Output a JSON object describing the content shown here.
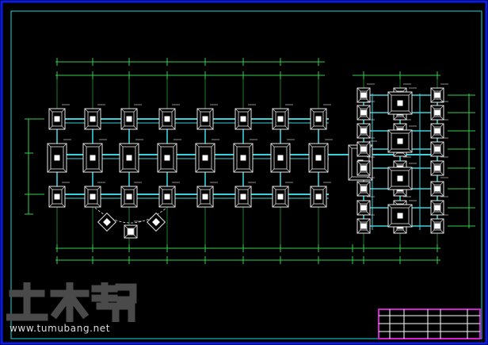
{
  "app": {
    "canvas_background": "#000000"
  },
  "drawing": {
    "sheet_type": "foundation-plan",
    "colors": {
      "outer_frame": "#0a1be8",
      "inner_frame": "#18d8e0",
      "grid_lines": "#33d04a",
      "footings": "#e6e6e6",
      "tie_beams": "#39d2dc",
      "column_marks": "#ffffff",
      "title_block": "#d020d0"
    },
    "footing_rows": [
      {
        "row": "north",
        "count": 8
      },
      {
        "row": "middle",
        "count": 8
      },
      {
        "row": "south",
        "count": 8
      }
    ],
    "annex_columns": 3,
    "annex_rows": 8,
    "entrance_footings": 3
  },
  "watermark": {
    "logo_text": "土木帮",
    "site_text": "www.tumubang.net",
    "color": "#d8d8d8"
  }
}
